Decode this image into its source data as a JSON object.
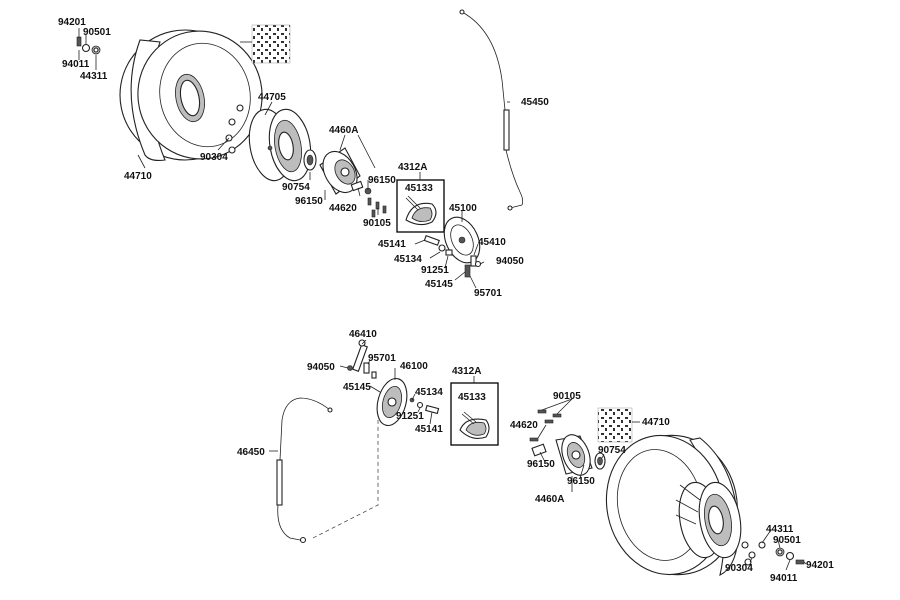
{
  "upper": {
    "labels": {
      "p94201": "94201",
      "p90501": "90501",
      "p94011": "94011",
      "p44311": "44311",
      "p44705": "44705",
      "p90304": "90304",
      "p44710": "44710",
      "p4460a": "4460A",
      "p90754": "90754",
      "p96150a": "96150",
      "p96150b": "96150",
      "p44620": "44620",
      "p90105": "90105",
      "p4312a": "4312A",
      "p45133": "45133",
      "p45100": "45100",
      "p45141": "45141",
      "p45134": "45134",
      "p91251": "91251",
      "p45145": "45145",
      "p45410": "45410",
      "p94050": "94050",
      "p95701": "95701",
      "p45450": "45450"
    }
  },
  "lower": {
    "labels": {
      "p46410": "46410",
      "p94050": "94050",
      "p95701": "95701",
      "p46100": "46100",
      "p45145": "45145",
      "p45134": "45134",
      "p91251": "91251",
      "p45141": "45141",
      "p4312a": "4312A",
      "p45133": "45133",
      "p46450": "46450",
      "p90105": "90105",
      "p44620": "44620",
      "p96150a": "96150",
      "p96150b": "96150",
      "p90754": "90754",
      "p4460a": "4460A",
      "p44710": "44710",
      "p44311": "44311",
      "p90501": "90501",
      "p94201": "94201",
      "p90304": "90304",
      "p94011": "94011"
    }
  },
  "colors": {
    "line": "#222222",
    "shade": "#bdbdbd",
    "label": "#111111"
  }
}
